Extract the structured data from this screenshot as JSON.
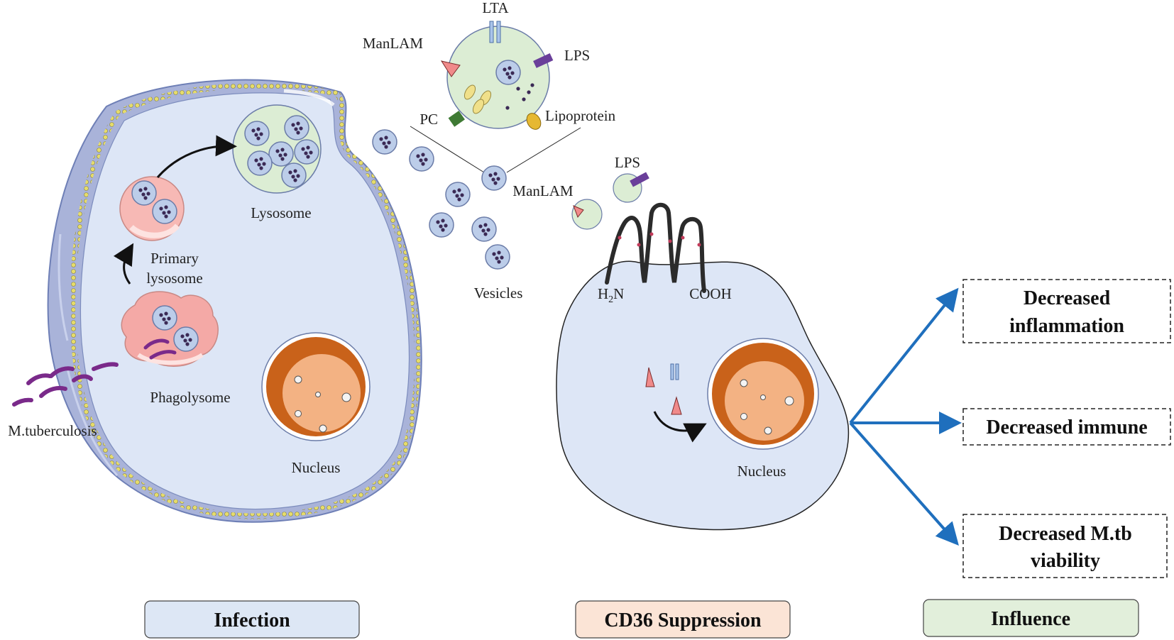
{
  "labels": {
    "lta": "LTA",
    "manlam_top": "ManLAM",
    "lps_top": "LPS",
    "pc": "PC",
    "lipoprotein": "Lipoprotein",
    "lps_small": "LPS",
    "manlam_small": "ManLAM",
    "lysosome": "Lysosome",
    "primary_lysosome_1": "Primary",
    "primary_lysosome_2": "lysosome",
    "phagolysome": "Phagolysome",
    "m_tuberculosis": "M.tuberculosis",
    "nucleus_left": "Nucleus",
    "vesicles": "Vesicles",
    "h2n_h": "H",
    "h2n_sub": "2",
    "h2n_n": "N",
    "cooh": "COOH",
    "nucleus_right": "Nucleus"
  },
  "outcomes": {
    "inflammation_1": "Decreased",
    "inflammation_2": "inflammation",
    "immune": "Decreased immune",
    "viability_1": "Decreased M.tb",
    "viability_2": "viability"
  },
  "stages": {
    "infection": "Infection",
    "cd36": "CD36 Suppression",
    "influence": "Influence"
  },
  "colors": {
    "cell": "#dde6f6",
    "cell_edge": "#6e7fb6",
    "membrane_dots": "#e6dc6a",
    "vesicle": "#bccde9",
    "vesicle_core": "#3b2a55",
    "lysosome": "#dcedd4",
    "primary_lysosome": "#f7b9b5",
    "nucleus_outer": "#c9621a",
    "nucleus_inner": "#f3b283",
    "arrow_blue": "#1f6fbd",
    "infection_box": "#dde7f5",
    "cd36_box": "#fbe4d6",
    "influence_box": "#e2efdb"
  }
}
